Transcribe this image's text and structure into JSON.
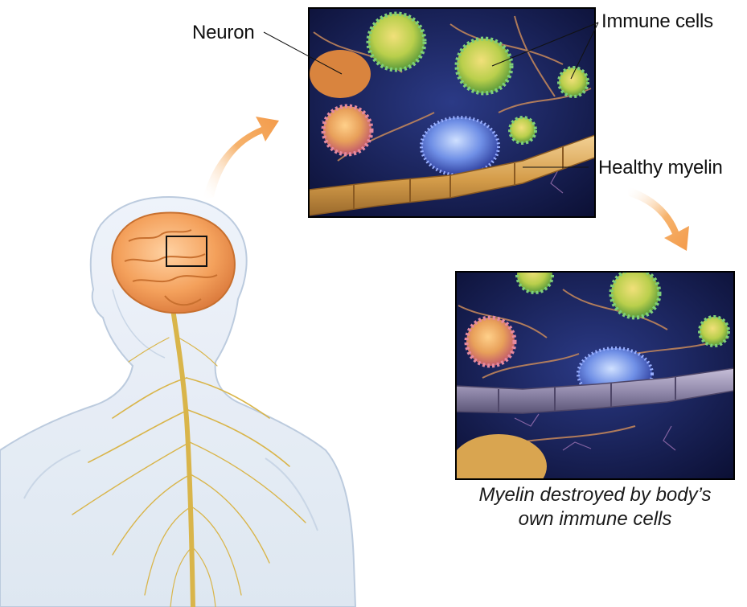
{
  "labels": {
    "neuron": "Neuron",
    "immune_cells": "Immune cells",
    "healthy_myelin": "Healthy myelin"
  },
  "caption": {
    "line1": "Myelin destroyed by body’s",
    "line2": "own immune cells"
  },
  "colors": {
    "arrow": "#f6b26b",
    "brain": "#f4a15c",
    "nerve": "#d9b54a",
    "body_outline": "#b9c9dd",
    "body_fill": "#e6edf6",
    "panel_bg": "#141a4a",
    "myelin_healthy": "#d9a550",
    "myelin_damaged": "#8e86a8",
    "immune_green": "#9bcf5a",
    "immune_pink": "#e48aa0",
    "immune_blue": "#6f8fe6"
  }
}
